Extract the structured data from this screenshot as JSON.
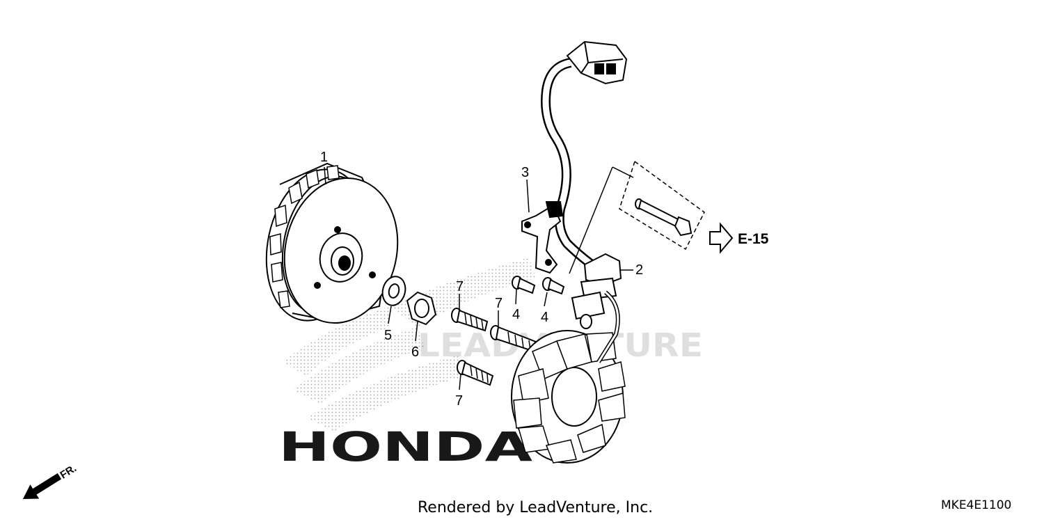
{
  "callouts": {
    "p1": "1",
    "p2": "2",
    "p3": "3",
    "p4a": "4",
    "p4b": "4",
    "p5": "5",
    "p6": "6",
    "p7a": "7",
    "p7b": "7",
    "p7c": "7"
  },
  "reference": {
    "label": "E-15"
  },
  "direction": {
    "label": "FR."
  },
  "watermark": {
    "brand": "HONDA",
    "overlay": "LEADVENTURE"
  },
  "footer": {
    "rendered_by": "Rendered by LeadVenture, Inc.",
    "diagram_code": "MKE4E1100"
  }
}
